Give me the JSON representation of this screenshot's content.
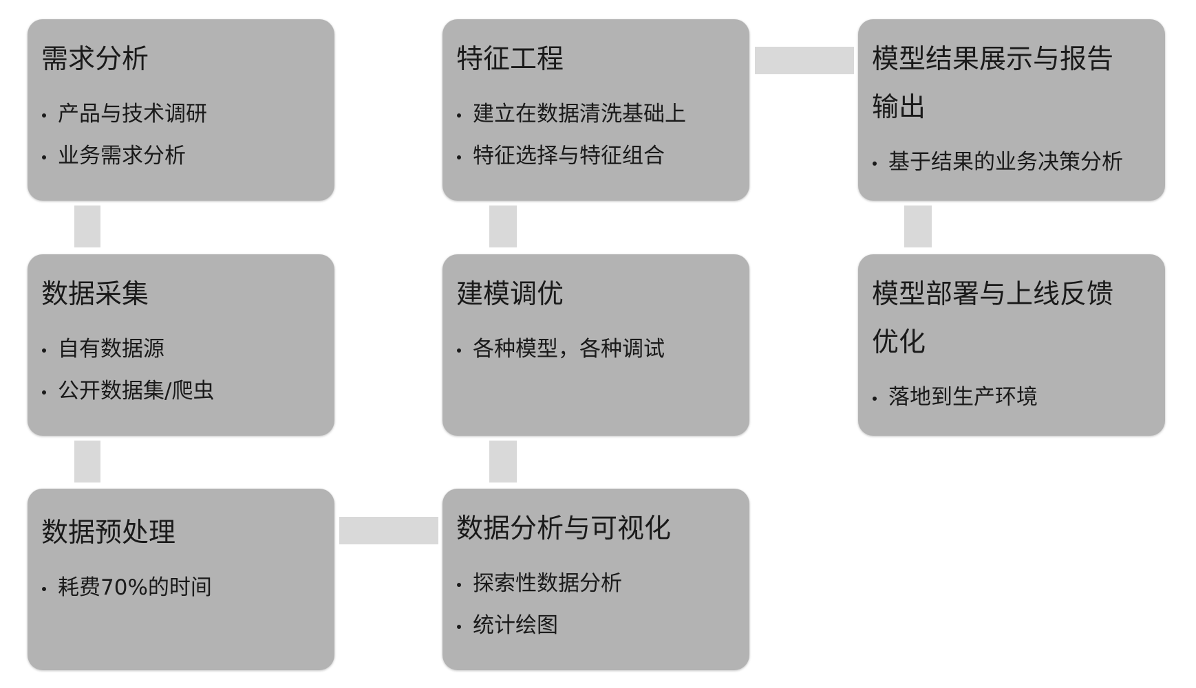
{
  "steps": [
    {
      "title": "需求分析",
      "bullets": [
        "产品与技术调研",
        "业务需求分析"
      ]
    },
    {
      "title": "数据采集",
      "bullets": [
        "自有数据源",
        "公开数据集/爬虫"
      ]
    },
    {
      "title": "数据预处理",
      "bullets": [
        "耗费70%的时间"
      ]
    },
    {
      "title": "数据分析与可视化",
      "bullets": [
        "探索性数据分析",
        "统计绘图"
      ]
    },
    {
      "title": "建模调优",
      "bullets": [
        "各种模型，各种调试"
      ]
    },
    {
      "title": "特征工程",
      "bullets": [
        "建立在数据清洗基础上",
        "特征选择与特征组合"
      ]
    },
    {
      "title_lines": [
        "模型结果展示与报告",
        "输出"
      ],
      "bullets": [
        "基于结果的业务决策分析"
      ]
    },
    {
      "title_lines": [
        "模型部署与上线反馈",
        "优化"
      ],
      "bullets": [
        "落地到生产环境"
      ]
    }
  ],
  "colors": {
    "box_fill": "#b3b3b3",
    "connector": "#d9d9d9",
    "text": "#1a1a1a"
  }
}
